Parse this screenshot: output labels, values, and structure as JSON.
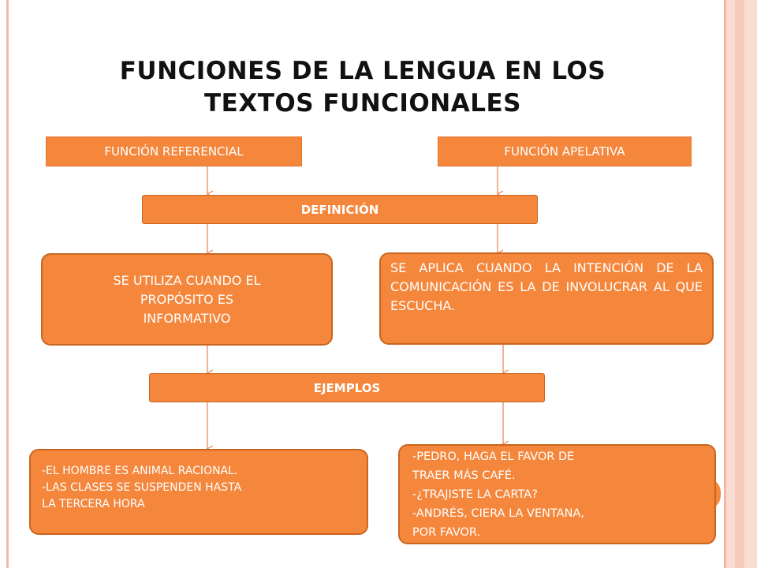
{
  "title_line1": "FUNCIONES DE LA LENGUA EN LOS",
  "title_line2": "TEXTOS FUNCIONALES",
  "header_left": "FUNCIÓN REFERENCIAL",
  "header_right": "FUNCIÓN APELATIVA",
  "definition_label": "DEFINICIÓN",
  "definition_left": {
    "lines": [
      "SE UTILIZA CUANDO EL",
      "PROPÓSITO ES",
      "INFORMATIVO"
    ]
  },
  "definition_right": {
    "text": "SE APLICA CUANDO LA INTENCIÓN DE LA COMUNICACIÓN ES LA DE INVOLUCRAR AL QUE ESCUCHA."
  },
  "examples_label": "EJEMPLOS",
  "examples_left": {
    "lines": [
      "-EL HOMBRE ES ANIMAL RACIONAL.",
      "-LAS CLASES SE SUSPENDEN HASTA",
      "LA TERCERA HORA"
    ]
  },
  "examples_right": {
    "lines": [
      "-PEDRO, HAGA EL FAVOR DE",
      "TRAER MÁS CAFÉ.",
      "-¿TRAJISTE LA CARTA?",
      "-ANDRÉS, CIERA LA VENTANA,",
      "POR FAVOR."
    ]
  },
  "colors": {
    "box_fill": "#f5873d",
    "box_border": "#c9651f",
    "connector": "#e8804a",
    "frame": "#f4b7a6"
  }
}
